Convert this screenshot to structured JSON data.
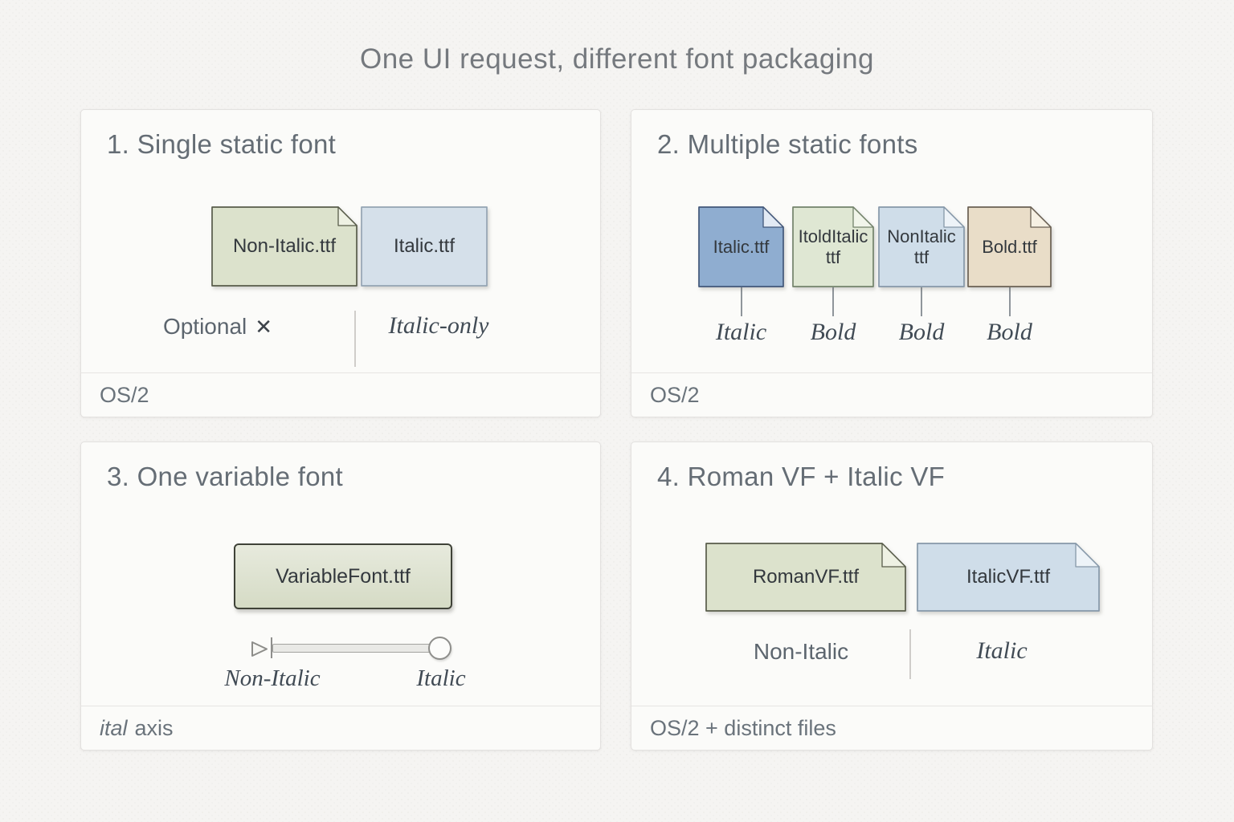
{
  "title": "One UI request, different font packaging",
  "panel1": {
    "heading": "1. Single static font",
    "file1": "Non-Italic.ttf",
    "file2": "Italic.ttf",
    "left_label": "Optional",
    "left_icon": "✕",
    "right_label": "Italic-only",
    "footer": "OS/2"
  },
  "panel2": {
    "heading": "2. Multiple static fonts",
    "files": [
      {
        "line1": "Italic.ttf",
        "line2": "",
        "tag": "Italic"
      },
      {
        "line1": "ItoldItalic",
        "line2": "ttf",
        "tag": "Bold"
      },
      {
        "line1": "NonItalic",
        "line2": "ttf",
        "tag": "Bold"
      },
      {
        "line1": "Bold.ttf",
        "line2": "",
        "tag": "Bold"
      }
    ],
    "footer": "OS/2"
  },
  "panel3": {
    "heading": "3. One variable font",
    "file": "VariableFont.ttf",
    "slider_left": "Non-Italic",
    "slider_right": "Italic",
    "footer_italic": "ital",
    "footer_rest": "axis"
  },
  "panel4": {
    "heading": "4. Roman VF + Italic VF",
    "file1": "RomanVF.ttf",
    "file2": "ItalicVF.ttf",
    "left_label": "Non-Italic",
    "right_label": "Italic",
    "footer": "OS/2 + distinct files"
  },
  "colors": {
    "page_bg": "#f5f4f2",
    "panel_bg": "#fbfbf9",
    "heading_text": "#656d75",
    "footer_text": "#6a737b",
    "file_green": "#dce2cc",
    "file_blue_light": "#d5e0ea",
    "file_blue_dark": "#8fadd0",
    "file_green_pale": "#dfe7d3",
    "file_blue_pale": "#cfdde9",
    "file_tan": "#e9ddc8",
    "serif_label_text": "#414b55"
  }
}
